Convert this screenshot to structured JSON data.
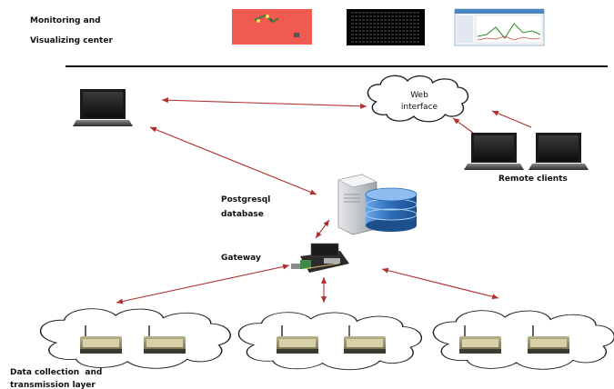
{
  "labels": {
    "monitoring_line1": "Monitoring and",
    "monitoring_line2": "Visualizing center",
    "web_line1": "Web",
    "web_line2": "interface",
    "remote_clients": "Remote clients",
    "postgres_line1": "Postgresql",
    "postgres_line2": "database",
    "gateway": "Gateway",
    "datacollection_line1": "Data collection  and",
    "datacollection_line2": "transmission layer"
  },
  "colors": {
    "arrow": "#b03030",
    "screen_map_bg": "#f05a50",
    "screen_terminal_bg": "#000000",
    "database_blue": "#3a78c4",
    "server_gray": "#c8cbd0"
  },
  "icons": [
    "laptop-icon",
    "server-icon",
    "database-icon",
    "gateway-board-icon",
    "sensor-node-icon",
    "cloud-icon"
  ]
}
